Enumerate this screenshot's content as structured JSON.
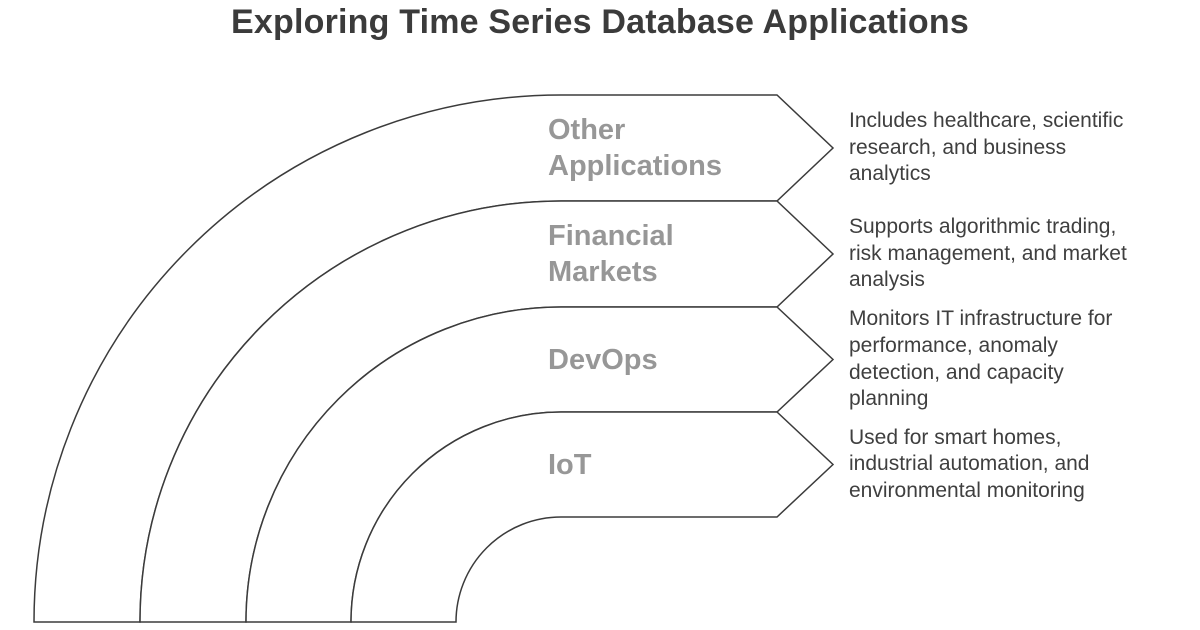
{
  "title": "Exploring Time Series Database Applications",
  "colors": {
    "background": "#ffffff",
    "band_fill": "#ffffff",
    "outline": "#3b3b3b",
    "label_text": "#979797",
    "description_text": "#3f3f3f",
    "title_text": "#3b3b3b"
  },
  "diagram": {
    "type": "curved-arrow-list",
    "bands": [
      {
        "label": "Other\nApplications",
        "description": "Includes healthcare, scientific\nresearch, and business\nanalytics"
      },
      {
        "label": "Financial\nMarkets",
        "description": "Supports algorithmic trading,\nrisk management, and market\nanalysis"
      },
      {
        "label": "DevOps",
        "description": "Monitors IT infrastructure for\nperformance, anomaly\ndetection, and capacity\nplanning"
      },
      {
        "label": "IoT",
        "description": "Used for smart homes,\nindustrial automation, and\nenvironmental monitoring"
      }
    ]
  }
}
